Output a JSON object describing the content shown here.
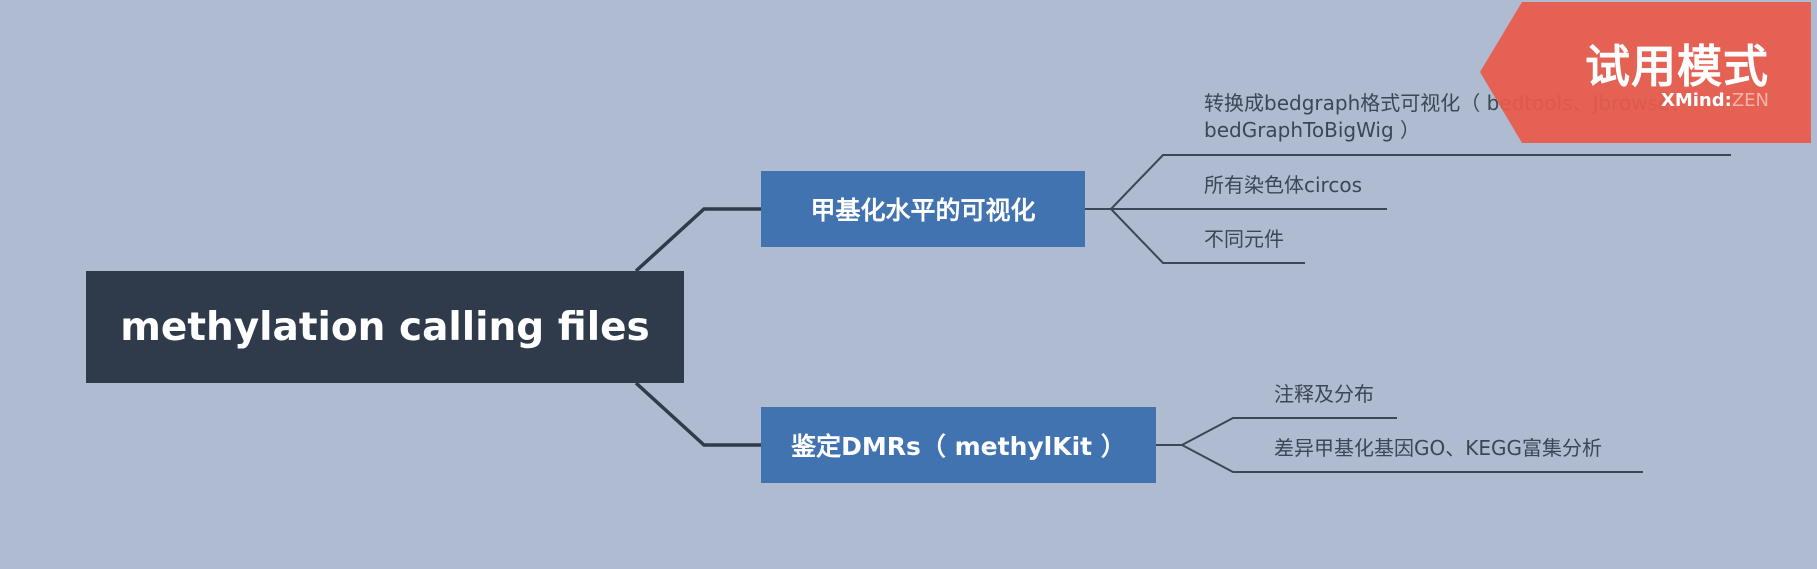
{
  "colors": {
    "background": "#aebbd0",
    "central_topic": "#2f3b4b",
    "main_topic": "#4273b1",
    "topic_text": "#ffffff",
    "subtopic_text": "#3c4656",
    "connector": "#2f3b4b",
    "watermark": "#e85a4a"
  },
  "mindmap": {
    "central_topic": "methylation calling files",
    "branches": [
      {
        "label": "甲基化水平的可视化",
        "subtopics": [
          {
            "lines": [
              "转换成bedgraph格式可视化（ bedtools、Jbrowse、",
              "bedGraphToBigWig ）"
            ]
          },
          {
            "lines": [
              "所有染色体circos"
            ]
          },
          {
            "lines": [
              "不同元件"
            ]
          }
        ]
      },
      {
        "label": "鉴定DMRs（ methylKit ）",
        "subtopics": [
          {
            "lines": [
              "注释及分布"
            ]
          },
          {
            "lines": [
              "差异甲基化基因GO、KEGG富集分析"
            ]
          }
        ]
      }
    ]
  },
  "watermark": {
    "title": "试用模式",
    "brand_strong": "XMind",
    "brand_separator": ":",
    "brand_light": "ZEN"
  }
}
